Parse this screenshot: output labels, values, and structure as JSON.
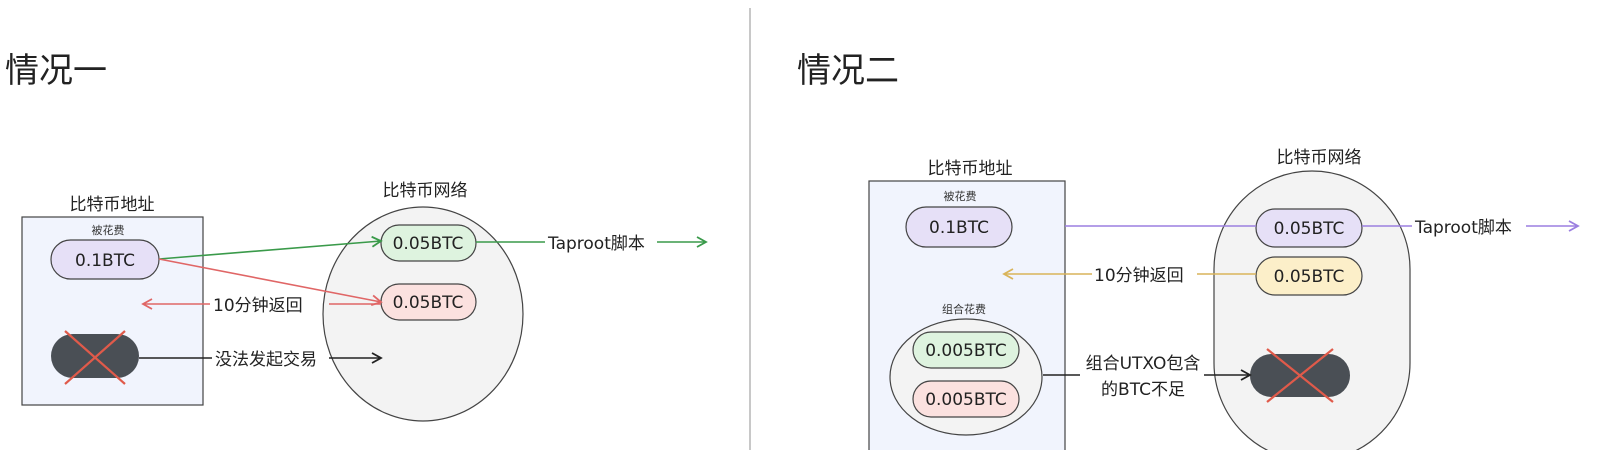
{
  "case1": {
    "title": "情况一",
    "address_label": "比特币地址",
    "spent_label": "被花费",
    "utxo_value": "0.1BTC",
    "network_label": "比特币网络",
    "out_green": "0.05BTC",
    "out_red": "0.05BTC",
    "taproot_label": "Taproot脚本",
    "return_label": "10分钟返回",
    "fail_label": "没法发起交易"
  },
  "case2": {
    "title": "情况二",
    "address_label": "比特币地址",
    "spent_label": "被花费",
    "utxo_value": "0.1BTC",
    "combo_label": "组合花费",
    "combo_a": "0.005BTC",
    "combo_b": "0.005BTC",
    "network_label": "比特币网络",
    "out_purple": "0.05BTC",
    "out_yellow": "0.05BTC",
    "taproot_label": "Taproot脚本",
    "return_label": "10分钟返回",
    "insufficient_line1": "组合UTXO包含",
    "insufficient_line2": "的BTC不足"
  },
  "colors": {
    "green": "#3a9a4a",
    "red": "#e06666",
    "purple": "#9b7fe0",
    "yellow": "#d9b45a",
    "blocked": "#4a4f55",
    "cross": "#e05a4a"
  }
}
